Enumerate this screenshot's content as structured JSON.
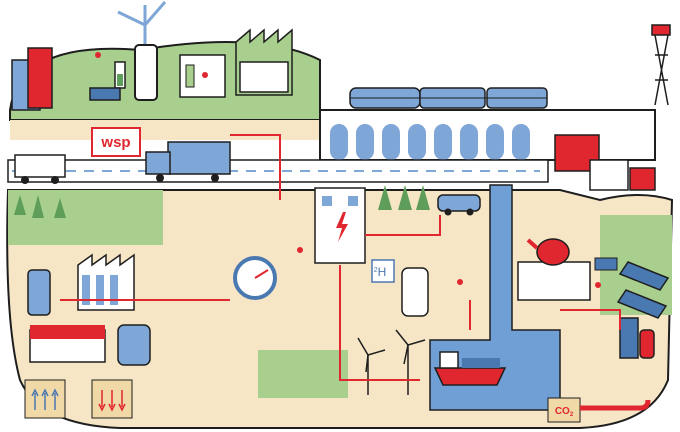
{
  "brand": {
    "logo_text": "wsp"
  },
  "labels": {
    "hydrogen": "H",
    "hydrogen_superscript": "2",
    "co2_main": "CO",
    "co2_sub": "2"
  },
  "colors": {
    "green": "#a8cf8e",
    "dark_green": "#5f9e5a",
    "blue": "#7ea6d6",
    "dark_blue": "#4a78b0",
    "red": "#e0262e",
    "sand": "#f7e6c6",
    "ink": "#1e1e1e",
    "water": "#6f9fd4"
  },
  "icons": [
    "wind-turbine-icon",
    "train-icon",
    "factory-icon",
    "solar-panel-icon",
    "teapot-icon",
    "truck-icon",
    "car-icon",
    "ship-icon",
    "crane-icon",
    "battery-icon",
    "co2-storage-icon",
    "heat-arrow-icon"
  ]
}
